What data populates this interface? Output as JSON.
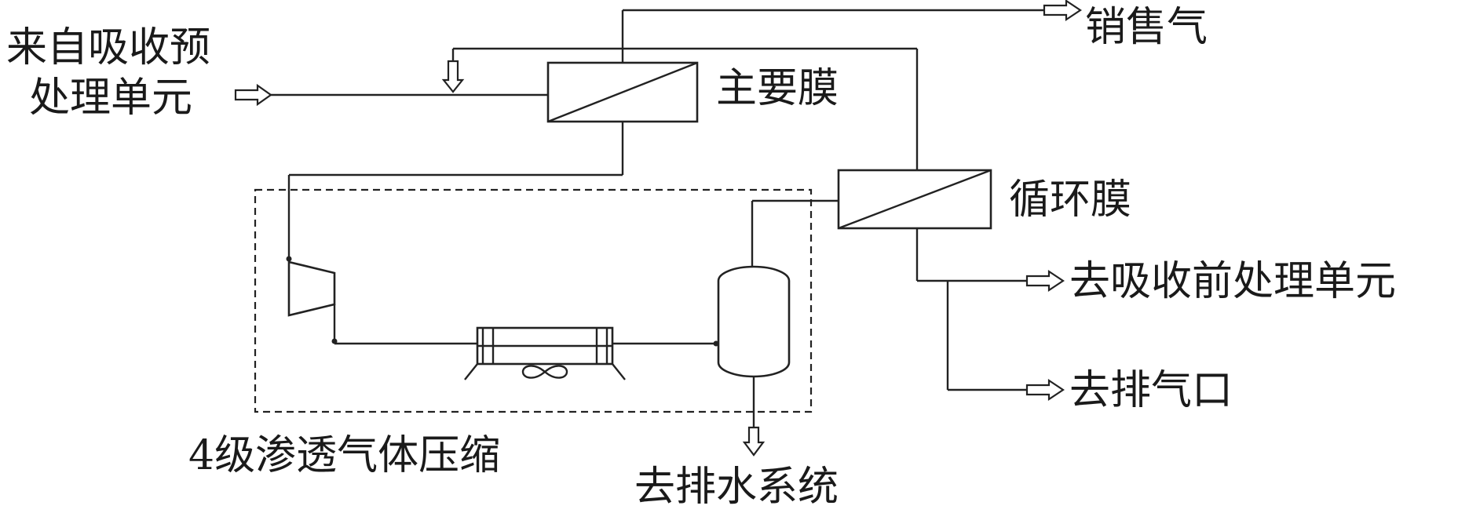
{
  "labels": {
    "feed_line1": "来自吸收预",
    "feed_line2": "处理单元",
    "sales_gas": "销售气",
    "primary_membrane": "主要膜",
    "recycle_membrane": "循环膜",
    "to_pre_absorption": "去吸收前处理单元",
    "to_vent": "去排气口",
    "compression_stage": "4级渗透气体压缩",
    "to_drainage": "去排水系统"
  }
}
